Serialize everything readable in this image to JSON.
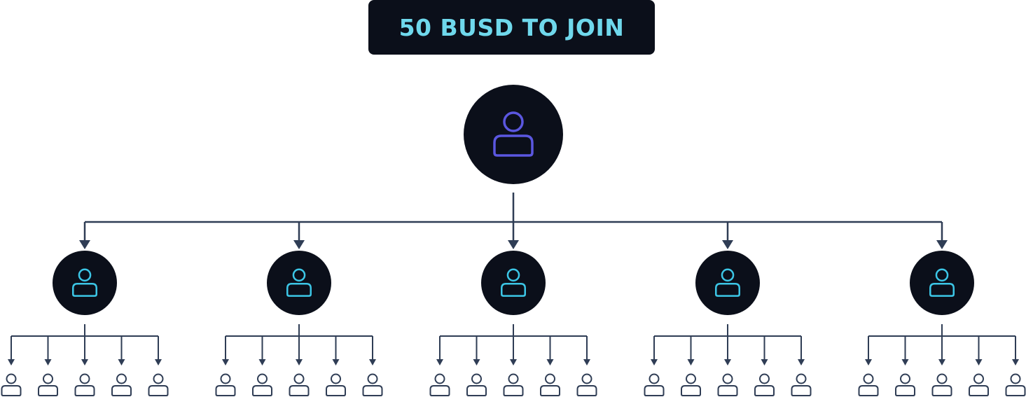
{
  "banner": {
    "text": "50 BUSD TO JOIN"
  },
  "tree": {
    "root_icon": "user-icon",
    "level1_count": 5,
    "level2_per_parent": 5,
    "level1_icon": "user-icon",
    "level2_icon": "user-icon"
  },
  "colors": {
    "node_fill": "#0b0f1a",
    "root_icon": "#5b57e0",
    "level1_icon": "#3cc6e6",
    "connector": "#2f3d55",
    "leaf_icon": "#2f3d55",
    "banner_text": "#6fd8ec"
  }
}
